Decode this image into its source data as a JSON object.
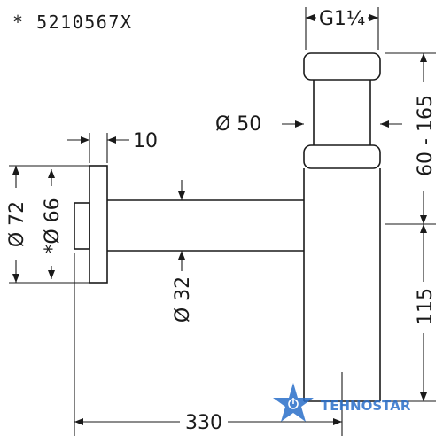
{
  "part_number": "* 5210567X",
  "dimensions": {
    "thread": "G1¼",
    "body_diameter": "Ø 50",
    "flange_offset": "10",
    "flange_outer": "Ø 72",
    "flange_inner": "*Ø 66",
    "pipe_diameter": "Ø 32",
    "height_adjust": "60 - 165",
    "drain_height": "115",
    "total_length": "330"
  },
  "watermark": {
    "brand": "TEHNOSTAR",
    "colors": {
      "blue": "#2a6fc9",
      "red": "#d93a2b"
    }
  }
}
